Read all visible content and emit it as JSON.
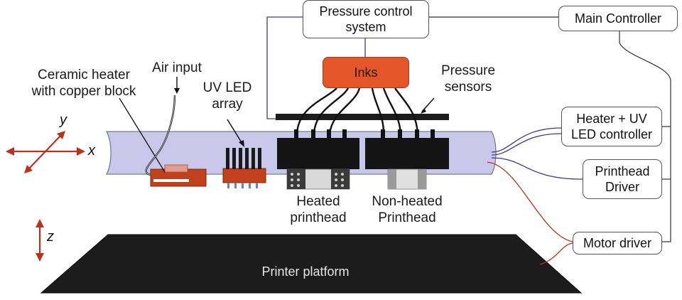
{
  "labels": {
    "pressure_control": [
      "Pressure control",
      "system"
    ],
    "main_controller": "Main Controller",
    "inks": "Inks",
    "pressure_sensors": [
      "Pressure",
      "sensors"
    ],
    "ceramic_heater": [
      "Ceramic heater",
      "with copper block"
    ],
    "air_input": "Air input",
    "uv_led_array": [
      "UV LED",
      "array"
    ],
    "heater_uv_controller": [
      "Heater + UV",
      "LED controller"
    ],
    "printhead_driver": [
      "Printhead",
      "Driver"
    ],
    "heated_printhead": [
      "Heated",
      "printhead"
    ],
    "nonheated_printhead": [
      "Non-heated",
      "Printhead"
    ],
    "motor_driver": "Motor driver",
    "printer_platform": "Printer platform",
    "axis_x": "x",
    "axis_y": "y",
    "axis_z": "z"
  },
  "colors": {
    "gantry": "#c9c8ea",
    "gantry_edge": "#7a7a8c",
    "printhead": "#141414",
    "inks": "#e4562a",
    "heater_block": "#c3401c",
    "platform": "#1c1c1c",
    "axis_arrow": "#b8321c",
    "signal_wire": "#3a3a8a",
    "motor_wire": "#b8321c"
  }
}
